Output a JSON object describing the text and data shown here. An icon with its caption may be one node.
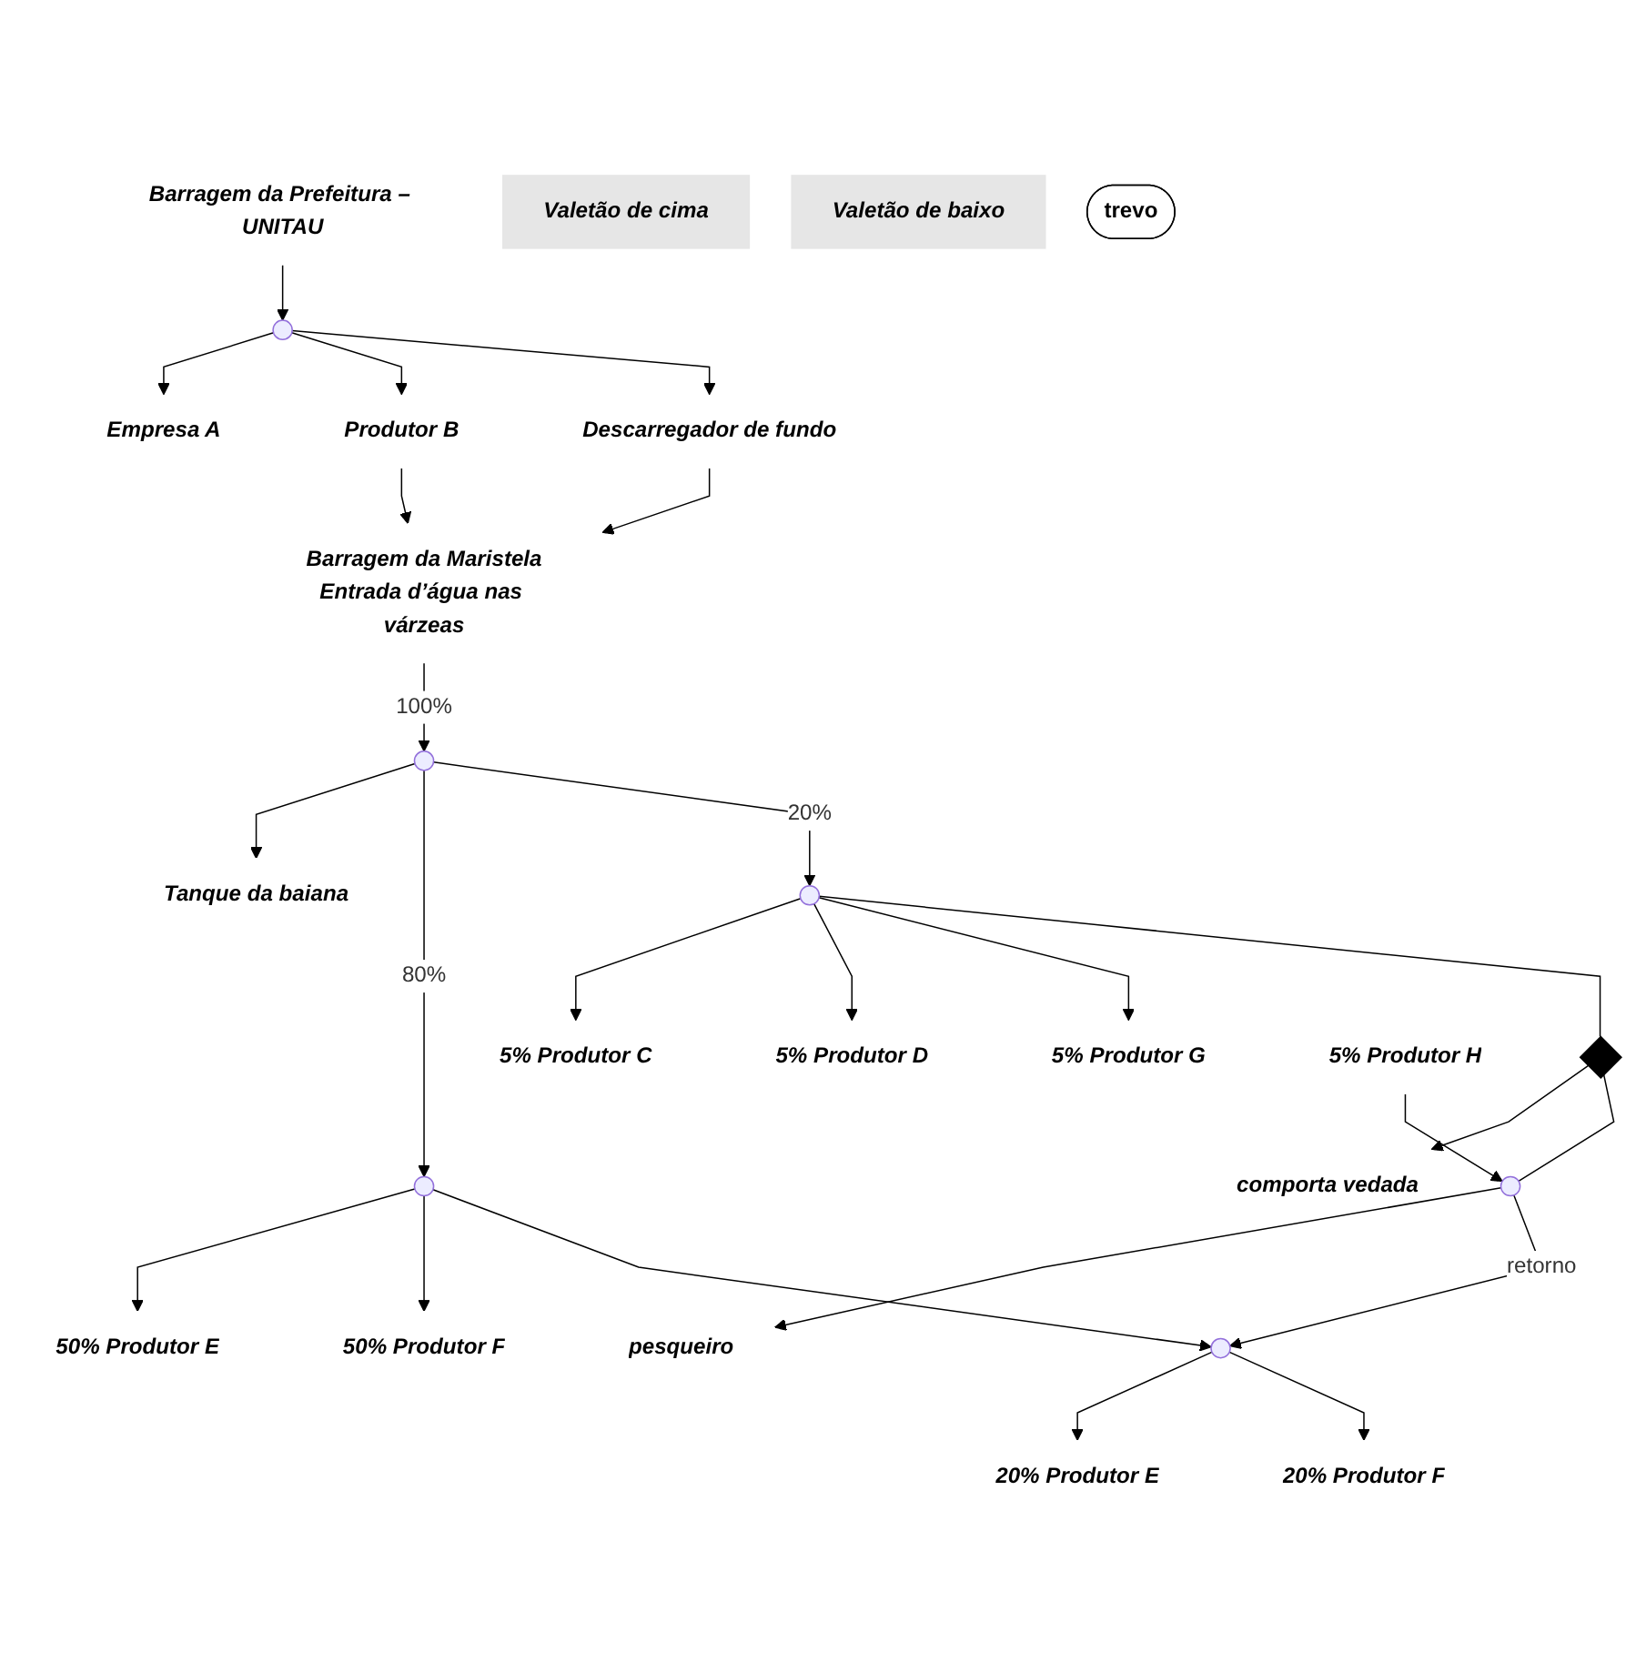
{
  "diagram": {
    "nodes": [
      {
        "text": [
          "Barragem da Prefeitura – UNITAU"
        ]
      },
      {
        "text": [],
        "shape": "point"
      },
      {
        "text": [
          "Empresa A"
        ]
      },
      {
        "text": [
          "Produtor B"
        ]
      },
      {
        "text": [
          "Descarregador de fundo"
        ]
      },
      {
        "text": [
          "Barragem da Maristela",
          "Entrada d’água nas várzeas"
        ]
      },
      {
        "text": [
          "Valetão de cima"
        ]
      },
      {
        "text": [
          "Valetão de baixo"
        ]
      },
      {
        "text": [],
        "shape": "point"
      },
      {
        "text": [
          "Tanque da baiana"
        ]
      },
      {
        "text": [],
        "shape": "point"
      },
      {
        "text": [
          "50% Produtor E"
        ]
      },
      {
        "text": [
          "50% Produtor F"
        ]
      },
      {
        "text": [],
        "shape": "point"
      },
      {
        "text": [
          "5% Produtor C"
        ]
      },
      {
        "text": [
          "5% Produtor D"
        ]
      },
      {
        "text": [
          "5% Produtor G"
        ]
      },
      {
        "text": [],
        "shape": "diamond"
      },
      {
        "text": [
          "comporta vedada"
        ]
      },
      {
        "text": [
          "5% Produtor H"
        ]
      },
      {
        "text": [],
        "shape": "circle"
      },
      {
        "text": [
          "pesqueiro"
        ]
      },
      {
        "text": [
          "trevo"
        ]
      },
      {
        "text": [],
        "shape": "point"
      },
      {
        "text": [
          "20% Produtor E"
        ]
      },
      {
        "text": [
          "20% Produtor F"
        ]
      }
    ],
    "edges": [
      {
        "from": 0,
        "to": 1,
        "arrow": "to"
      },
      {
        "from": 1,
        "to": 2,
        "arrow": "to"
      },
      {
        "from": 1,
        "to": 3,
        "arrow": "to"
      },
      {
        "from": 1,
        "to": 4,
        "arrow": "to"
      },
      {
        "from": 3,
        "to": 5,
        "arrow": "to"
      },
      {
        "from": 4,
        "to": 5,
        "arrow": "to"
      },
      {
        "from": 5,
        "to": 8,
        "arrow": "to",
        "label": "100%"
      },
      {
        "from": 8,
        "to": 9,
        "arrow": "to"
      },
      {
        "from": 8,
        "to": 10,
        "arrow": "to",
        "label": "80%"
      },
      {
        "from": 10,
        "to": 11,
        "arrow": "to"
      },
      {
        "from": 10,
        "to": 12,
        "arrow": "to"
      },
      {
        "from": 8,
        "to": 13,
        "arrow": "to",
        "label": "20%"
      },
      {
        "from": 13,
        "to": 14,
        "arrow": "to"
      },
      {
        "from": 13,
        "to": 15,
        "arrow": "to"
      },
      {
        "from": 13,
        "to": 16,
        "arrow": "to"
      },
      {
        "from": 13,
        "to": 17,
        "arrow": "none"
      },
      {
        "from": 17,
        "to": 18,
        "arrow": "to"
      },
      {
        "from": 17,
        "to": 20,
        "arrow": "none"
      },
      {
        "from": 19,
        "to": 20,
        "arrow": "to"
      },
      {
        "from": 20,
        "to": 21,
        "arrow": "to"
      },
      {
        "from": 20,
        "to": 23,
        "arrow": "to",
        "label": "retorno"
      },
      {
        "from": 10,
        "to": 23,
        "arrow": "to"
      },
      {
        "from": 23,
        "to": 24,
        "arrow": "to"
      },
      {
        "from": 23,
        "to": 25,
        "arrow": "to"
      }
    ]
  }
}
